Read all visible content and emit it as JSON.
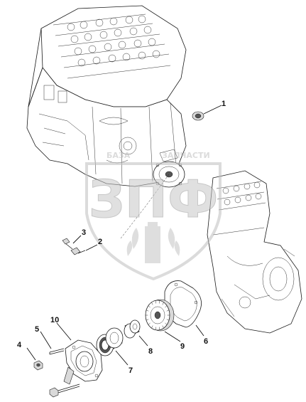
{
  "diagram": {
    "callouts": [
      {
        "id": "1",
        "label": "1"
      },
      {
        "id": "2",
        "label": "2"
      },
      {
        "id": "3",
        "label": "3"
      },
      {
        "id": "4",
        "label": "4"
      },
      {
        "id": "5",
        "label": "5"
      },
      {
        "id": "6",
        "label": "6"
      },
      {
        "id": "7",
        "label": "7"
      },
      {
        "id": "8",
        "label": "8"
      },
      {
        "id": "9",
        "label": "9"
      },
      {
        "id": "10",
        "label": "10"
      }
    ]
  },
  "watermark": {
    "logo_text": "ЗПФ",
    "caption_left": "БАЗА",
    "caption_right": "ЗАПЧАСТИ",
    "color": "#bfbfbf"
  }
}
